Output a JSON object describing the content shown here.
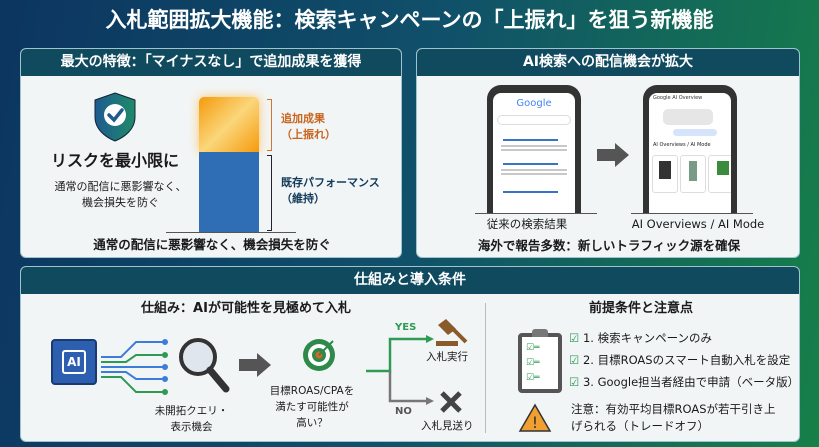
{
  "title": "入札範囲拡大機能：検索キャンペーンの「上振れ」を狙う新機能",
  "left_panel": {
    "header": "最大の特徴：「マイナスなし」で追加成果を獲得",
    "risk_title": "リスクを最小限に",
    "risk_desc_1": "通常の配信に悪影響なく、",
    "risk_desc_2": "機会損失を防ぐ",
    "bar_top_label_1": "追加成果",
    "bar_top_label_2": "（上振れ）",
    "bar_bottom_label_1": "既存パフォーマンス",
    "bar_bottom_label_2": "（維持）",
    "footer": "通常の配信に悪影響なく、機会損失を防ぐ",
    "colors": {
      "orange": "#f5a623",
      "blue": "#2f6db5"
    }
  },
  "right_panel": {
    "header": "AI検索への配信機会が拡大",
    "phone1_brand": "Google",
    "phone2_header": "Google AI Overview",
    "phone2_section": "AI Overviews / AI Mode",
    "caption_left": "従来の検索結果",
    "caption_right": "AI Overviews / AI Mode",
    "footer": "海外で報告多数：新しいトラフィック源を確保"
  },
  "bottom_panel": {
    "header": "仕組みと導入条件",
    "mechanism": {
      "title": "仕組み：AIが可能性を見極めて入札",
      "chip_label": "AI",
      "query_label_1": "未開拓クエリ・",
      "query_label_2": "表示機会",
      "question_1": "目標ROAS/CPAを",
      "question_2": "満たす可能性が",
      "question_3": "高い？",
      "yes": "YES",
      "no": "NO",
      "bid": "入札実行",
      "skip": "入札見送り"
    },
    "conditions": {
      "title": "前提条件と注意点",
      "items": [
        "1. 検索キャンペーンのみ",
        "2. 目標ROASのスマート自動入札を設定",
        "3. Google担当者経由で申請（ベータ版）"
      ],
      "note_1": "注意：有効平均目標ROASが若干引き上",
      "note_2": "げられる（トレードオフ）"
    }
  }
}
